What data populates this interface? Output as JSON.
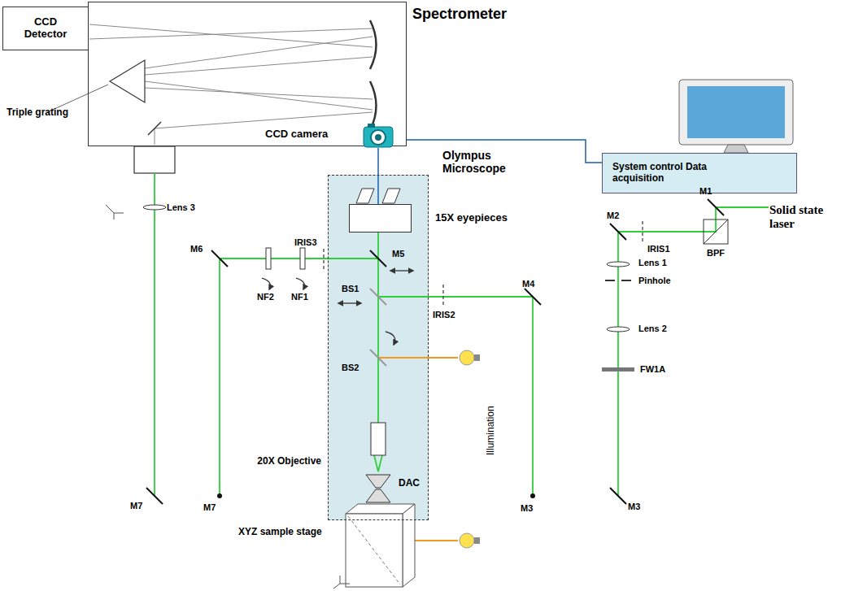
{
  "diagram": {
    "nodes": [
      {
        "text": [
          "Spectrometer"
        ]
      },
      {
        "text": [
          "CCD Detector"
        ]
      },
      {
        "text": [
          "Olympus Microscope"
        ]
      },
      {
        "text": [
          "15X eyepieces"
        ],
        "in": 2
      },
      {
        "text": [
          "System control Data acquisition"
        ]
      },
      {
        "text": [
          "CCD camera"
        ]
      }
    ],
    "edges": [
      {
        "from": 0,
        "to": 4,
        "arrow": "none"
      },
      {
        "from": 5,
        "to": 3,
        "arrow": "none"
      }
    ],
    "labels": [
      "Triple grating",
      "Lens 3",
      "IRIS3",
      "M6",
      "M5",
      "NF2",
      "NF1",
      "BS1",
      "BS2",
      "IRIS2",
      "M4",
      "M7",
      "M7",
      "20X Objective",
      "DAC",
      "XYZ sample stage",
      "Illumination",
      "M3",
      "M3",
      "M2",
      "M1",
      "IRIS1",
      "BPF",
      "Solid state laser",
      "Lens 1",
      "Pinhole",
      "Lens 2",
      "FW1A"
    ]
  }
}
